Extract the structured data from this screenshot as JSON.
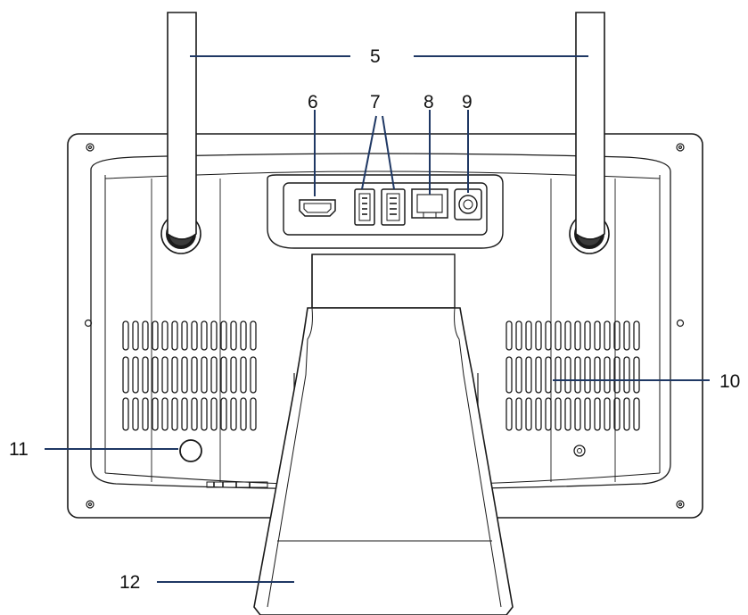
{
  "diagram": {
    "callouts": {
      "antennas": "5",
      "hdmi": "6",
      "usb": "7",
      "ethernet": "8",
      "dc_power": "9",
      "vents": "10",
      "button": "11",
      "stand": "12"
    },
    "colors": {
      "outline": "#1a1a1a",
      "leader_line": "#1f3864",
      "background": "#ffffff"
    }
  }
}
